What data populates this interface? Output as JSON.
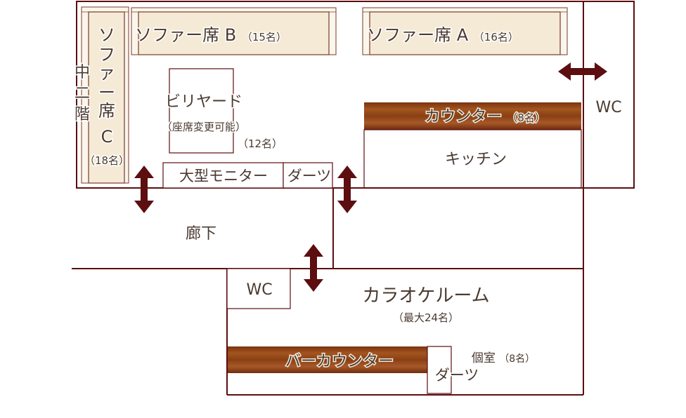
{
  "rooms": {
    "sofa_b": {
      "name": "ソファー席 B",
      "cap": "（15名）"
    },
    "sofa_a": {
      "name": "ソファー席 A",
      "cap": "（16名）"
    },
    "mezzanine": {
      "label": [
        "中",
        "二",
        "階"
      ]
    },
    "sofa_c": {
      "name": [
        "ソ",
        "フ",
        "ァ",
        "ー",
        "席",
        "C"
      ],
      "cap": "（18名）"
    },
    "billiards": {
      "name": "ビリヤード",
      "note": "（座席変更可能）",
      "cap": "（12名）"
    },
    "monitor": {
      "name": "大型モニター"
    },
    "darts_top": {
      "name": "ダーツ"
    },
    "counter": {
      "name": "カウンター",
      "cap": "（8名）"
    },
    "kitchen": {
      "name": "キッチン"
    },
    "wc_top": {
      "name": "WC"
    },
    "corridor": {
      "name": "廊下"
    },
    "wc_bottom": {
      "name": "WC"
    },
    "karaoke": {
      "name": "カラオケルーム",
      "cap": "（最大24名）"
    },
    "bar_counter": {
      "name": "バーカウンター"
    },
    "darts_bottom": {
      "name": "ダーツ"
    },
    "private": {
      "name": "個室",
      "cap": "（8名）"
    }
  },
  "colors": {
    "wall": "#5c0e10",
    "text": "#4a3a30",
    "wood": "#8b4513",
    "sofa": "#f5ead6"
  }
}
